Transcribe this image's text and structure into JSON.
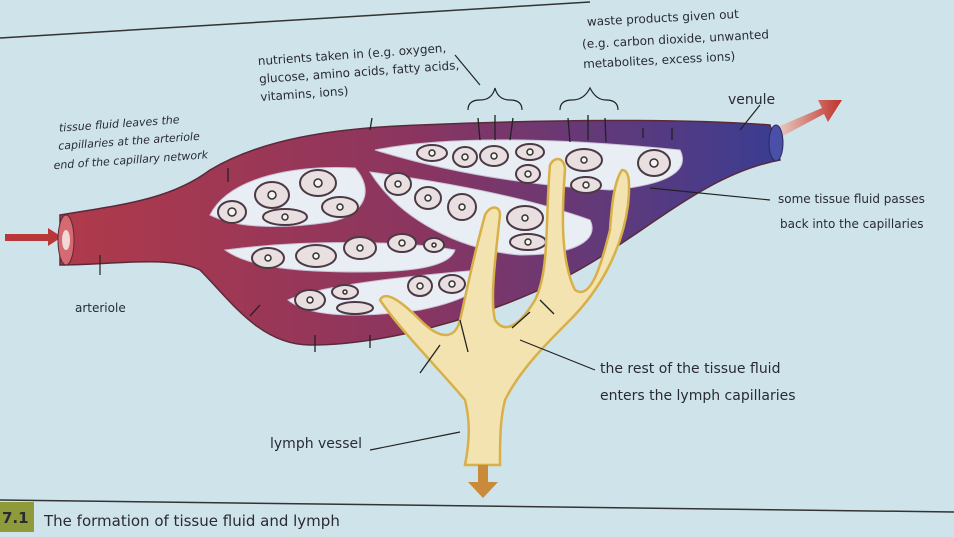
{
  "figure": {
    "number": "7.1",
    "caption": "The formation of tissue fluid and lymph"
  },
  "labels": {
    "nutrients": [
      "nutrients taken in (e.g. oxygen,",
      "glucose, amino acids, fatty acids,",
      "vitamins, ions)"
    ],
    "waste": [
      "waste products given out",
      "(e.g. carbon dioxide, unwanted",
      "metabolites, excess ions)"
    ],
    "tissue_fluid_leaves": [
      "tissue fluid leaves the",
      "capillaries at the arteriole",
      "end of the capillary network"
    ],
    "venule": "venule",
    "arteriole": "arteriole",
    "passes_back": [
      "some tissue fluid passes",
      "back into the capillaries"
    ],
    "rest_enters": [
      "the rest of the tissue fluid",
      "enters the lymph capillaries"
    ],
    "lymph_vessel": "lymph vessel"
  },
  "colors": {
    "background": "#cfe4ea",
    "arteriole": "#a8394a",
    "venule": "#3b3f8f",
    "lymph": "#f3e3b0",
    "caption_badge": "#8f9a3a"
  }
}
